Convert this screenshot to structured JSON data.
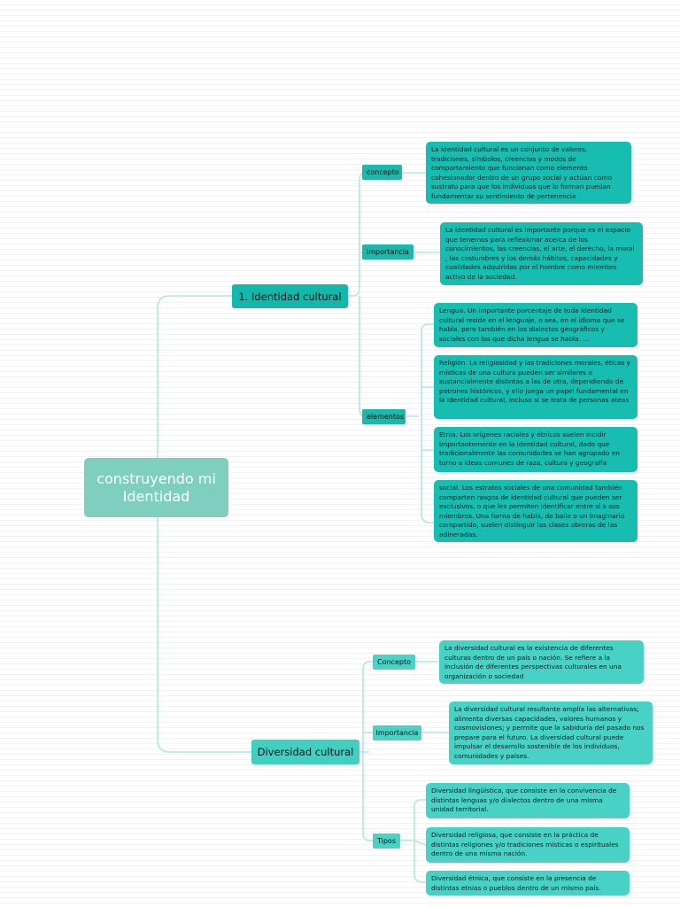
{
  "root": {
    "label": "construyendo mi Identidad"
  },
  "branches": [
    {
      "label": "1. Identidad cultural",
      "children": [
        {
          "label": "concepto",
          "leaves": [
            "La identidad cultural es un conjunto de valores, tradiciones, símbolos, creencias y modos de comportamiento que funcionan como elemento cohesionador dentro de un grupo social y actúan como sustrato para que los individuos que lo forman puedan fundamentar su sentimiento de pertenencia"
          ]
        },
        {
          "label": "importancia",
          "leaves": [
            "La identidad cultural es importante porque es el espacio que tenemos para reflexionar acerca de los conocimientos, las creencias, el arte, el derecho, la moral , las costumbres y los demás hábitos, capacidades y cualidades adquiridas por el hombre como miembro activo de la sociedad."
          ]
        },
        {
          "label": "elementos",
          "leaves": [
            "Lengua. Un importante porcentaje de toda identidad cultural reside en el lenguaje, o sea, en el idioma que se habla, pero también en los dialectos geográficos y sociales con los que dicha lengua se habla. ...",
            "Religión. La religiosidad y las tradiciones morales, éticas y místicas de una cultura pueden ser similares o sustancialmente distintas a las de otra, dependiendo de patrones históricos, y ello juega un papel fundamental en la identidad cultural, incluso si se trata de personas ateas",
            "Etnia. Los orígenes raciales y étnicos suelen incidir importantemente en la identidad cultural, dado que tradicionalmente las comunidades se han agrupado en torno a ideas comunes de raza, cultura y geografía",
            "social. Los estratos sociales de una comunidad también comparten rasgos de identidad cultural que pueden ser exclusivos, o que les permiten identificar entre sí a sus miembros. Una forma de habla, de baile o un imaginario compartido, suelen distinguir las clases obreras de las adineradas."
          ]
        }
      ]
    },
    {
      "label": "Diversidad cultural",
      "children": [
        {
          "label": "Concepto",
          "leaves": [
            "La diversidad cultural es la existencia de diferentes culturas dentro de un país o nación. Se refiere a la inclusión de diferentes perspectivas culturales en una organización o sociedad"
          ]
        },
        {
          "label": "Importancia",
          "leaves": [
            "La diversidad cultural resultante amplía las alternativas; alimenta diversas capacidades, valores humanos y cosmovisiones; y permite que la sabiduría del pasado nos prepare para el futuro. La diversidad cultural puede impulsar el desarrollo sostenible de los individuos, comunidades y países."
          ]
        },
        {
          "label": "Tipos",
          "leaves": [
            "Diversidad lingüística, que consiste en la convivencia de distintas lenguas y/o dialectos dentro de una misma unidad territorial.",
            "Diversidad religiosa, que consiste en la práctica de distintas religiones y/o tradiciones místicas o espirituales dentro de una misma nación.",
            "Diversidad étnica, que consiste en la presencia de distintas etnias o pueblos dentro de un mismo país."
          ]
        }
      ]
    }
  ],
  "colors": {
    "root": "#7fcfc1",
    "branch_dark": "#13b8aa",
    "branch_light": "#3fd0c2",
    "connector": "#b3e6df"
  }
}
